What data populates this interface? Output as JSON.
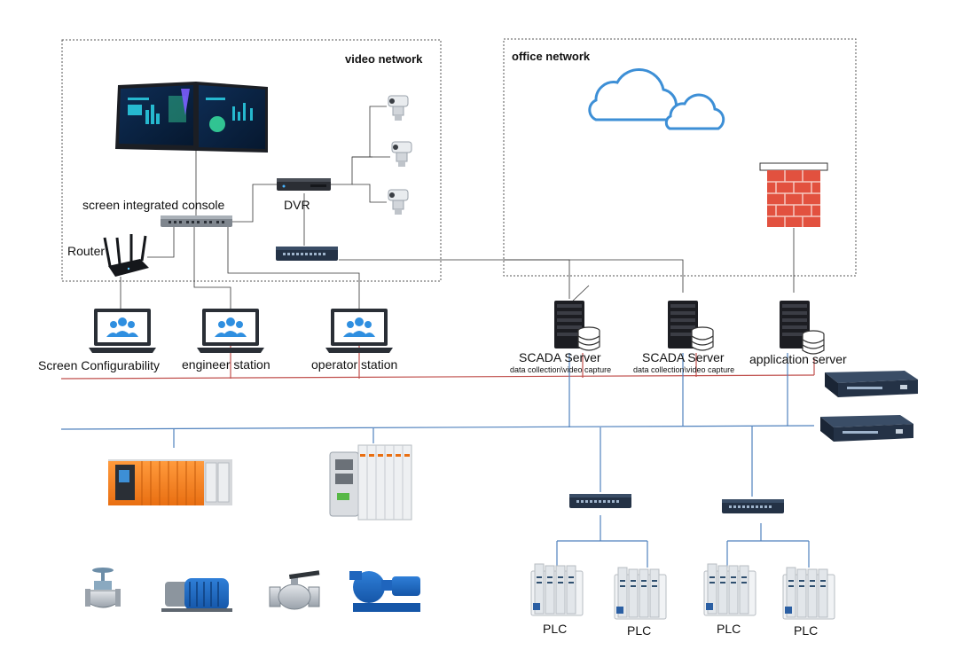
{
  "zones": {
    "video": {
      "title": "video network"
    },
    "office": {
      "title": "office network"
    }
  },
  "labels": {
    "console": "screen integrated console",
    "router": "Router",
    "dvr": "DVR",
    "screen_config": "Screen Configurability",
    "engineer": "engineer station",
    "operator": "operator station",
    "scada1": "SCADA Server",
    "scada1_sub": "data collection\\video capture",
    "scada2": "SCADA Server",
    "scada2_sub": "data collection\\video capture",
    "app_server": "application server",
    "plc1": "PLC",
    "plc2": "PLC",
    "plc3": "PLC",
    "plc4": "PLC"
  },
  "colors": {
    "red_bus": "#c0504d",
    "blue_bus": "#4f81bd",
    "cloud": "#3d8fd6",
    "brick": "#e2513f",
    "device_dark": "#222b38",
    "monitor_blue": "#2f8fe0"
  }
}
